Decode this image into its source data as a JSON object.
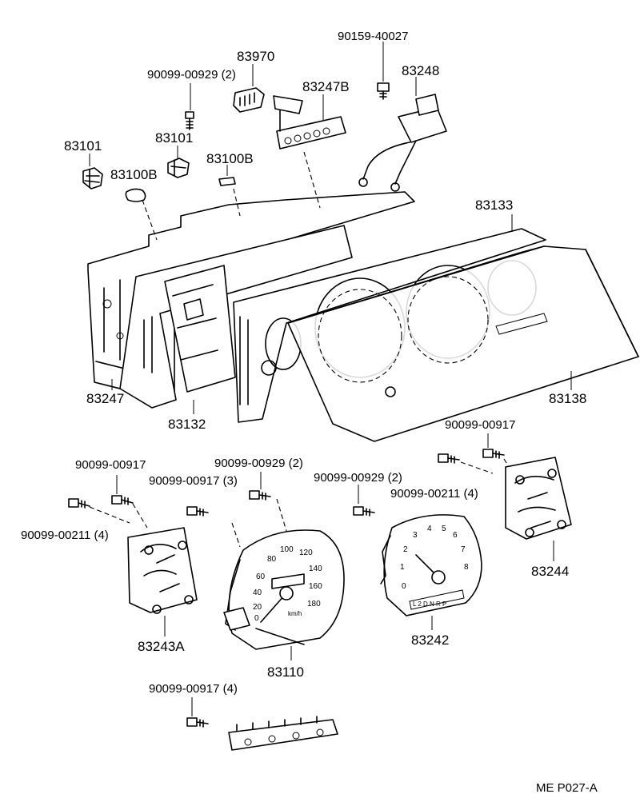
{
  "labels": {
    "p90159_40027": "90159-40027",
    "p83970": "83970",
    "p90099_00929_2_top": "90099-00929 (2)",
    "p83247B": "83247B",
    "p83248": "83248",
    "p83101_left": "83101",
    "p83101_mid": "83101",
    "p83100B_left": "83100B",
    "p83100B_mid": "83100B",
    "p83133": "83133",
    "p83247": "83247",
    "p83132": "83132",
    "p83138": "83138",
    "p90099_00917_right": "90099-00917",
    "p90099_00917_left": "90099-00917",
    "p90099_00929_2_mid": "90099-00929 (2)",
    "p90099_00917_3": "90099-00917 (3)",
    "p90099_00929_2_right": "90099-00929 (2)",
    "p90099_00211_4_right": "90099-00211 (4)",
    "p90099_00211_4_left": "90099-00211 (4)",
    "p83244": "83244",
    "p83243A": "83243A",
    "p83110": "83110",
    "p83242": "83242",
    "p90099_00917_4": "90099-00917 (4)",
    "figure_code": "ME P027-A"
  },
  "speedometer": {
    "ticks": [
      "0",
      "20",
      "40",
      "60",
      "80",
      "100",
      "120",
      "140",
      "160",
      "180"
    ],
    "unit": "km/h"
  },
  "tachometer": {
    "ticks": [
      "0",
      "1",
      "2",
      "3",
      "4",
      "5",
      "6",
      "7",
      "8"
    ],
    "gear_strip": "L 2 D N R P"
  }
}
